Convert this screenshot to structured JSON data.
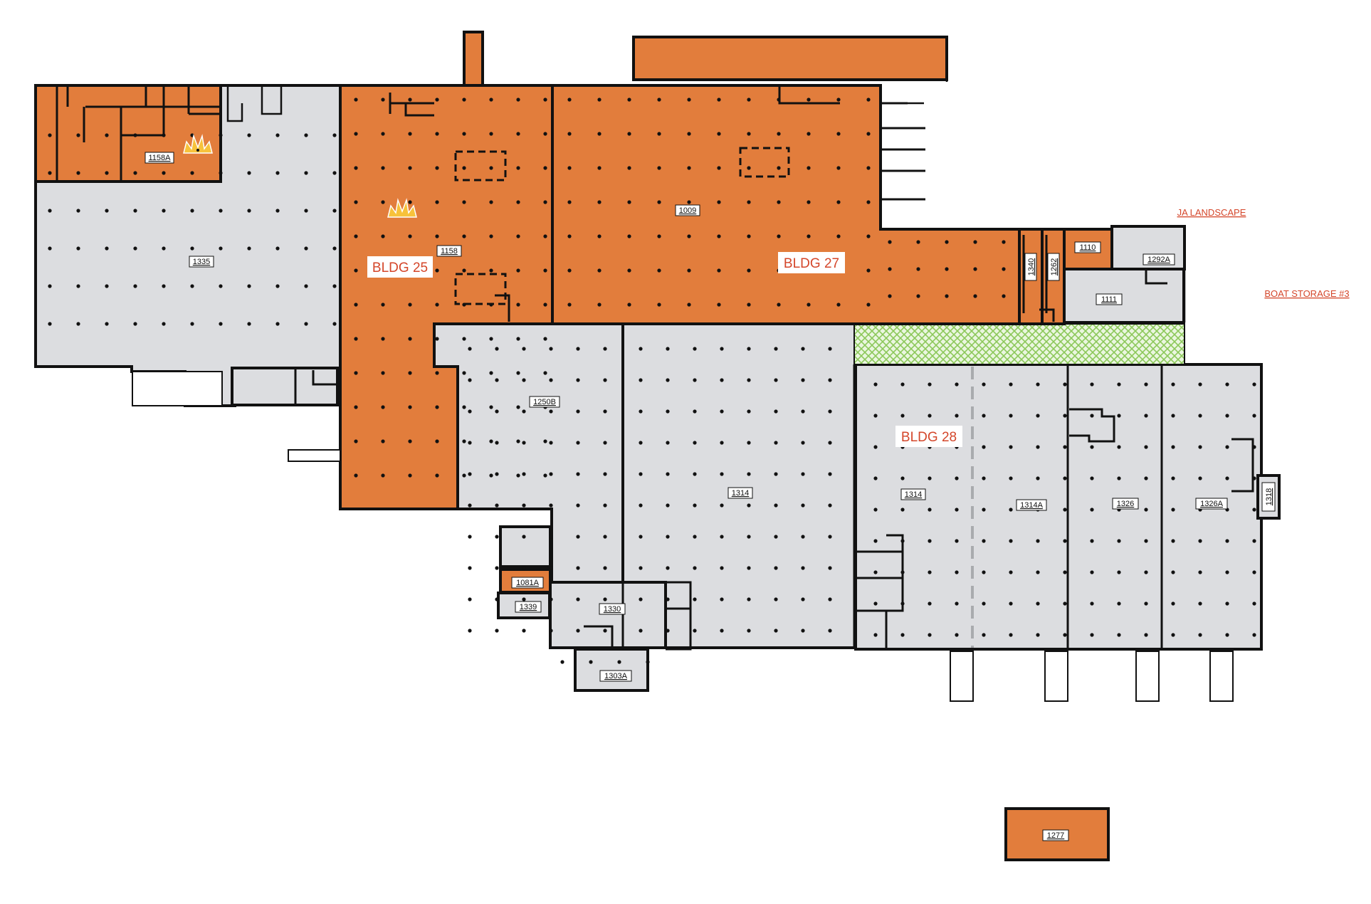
{
  "buildings": [
    {
      "key": "bldg25",
      "label": "BLDG 25"
    },
    {
      "key": "bldg27",
      "label": "BLDG 27"
    },
    {
      "key": "bldg28",
      "label": "BLDG 28"
    }
  ],
  "units": {
    "u1158A": "1158A",
    "u1335": "1335",
    "u1158": "1158",
    "u1009": "1009",
    "u1340": "1340",
    "u1262": "1262",
    "u1110": "1110",
    "u1292A": "1292A",
    "u1111": "1111",
    "u1250B": "1250B",
    "u1314a": "1314",
    "u1314b": "1314",
    "u1314A": "1314A",
    "u1326": "1326",
    "u1326A": "1326A",
    "u1318": "1318",
    "u1081A": "1081A",
    "u1339": "1339",
    "u1330": "1330",
    "u1303A": "1303A",
    "u1277": "1277"
  },
  "external_labels": {
    "ja_landscape": "JA LANDSCAPE",
    "boat_storage": "BOAT STORAGE #3"
  },
  "legend_colors": {
    "leased_or_highlighted": "#e27d3c",
    "available": "#dcdde0",
    "landscape_zone": "#9ad36a"
  }
}
